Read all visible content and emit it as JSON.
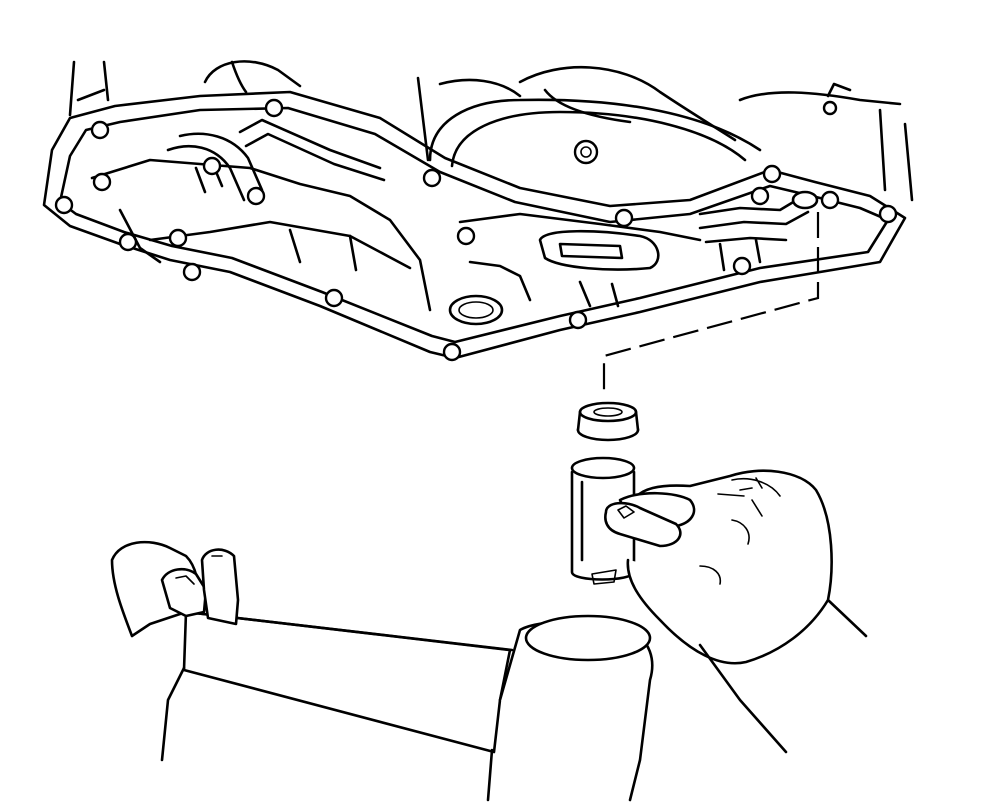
{
  "figure": {
    "components": [
      {
        "name": "transaxle-case",
        "icon": "transaxle-case-drawing"
      },
      {
        "name": "valve-body",
        "icon": "valve-body-drawing"
      },
      {
        "name": "fluid-filter-seal",
        "icon": "seal-ring-drawing"
      },
      {
        "name": "seal-installer-tool",
        "icon": "installer-tool-drawing"
      },
      {
        "name": "drive-handle",
        "icon": "drive-handle-drawing"
      }
    ],
    "colors": {
      "ink": "#000000",
      "paper": "#ffffff"
    }
  }
}
